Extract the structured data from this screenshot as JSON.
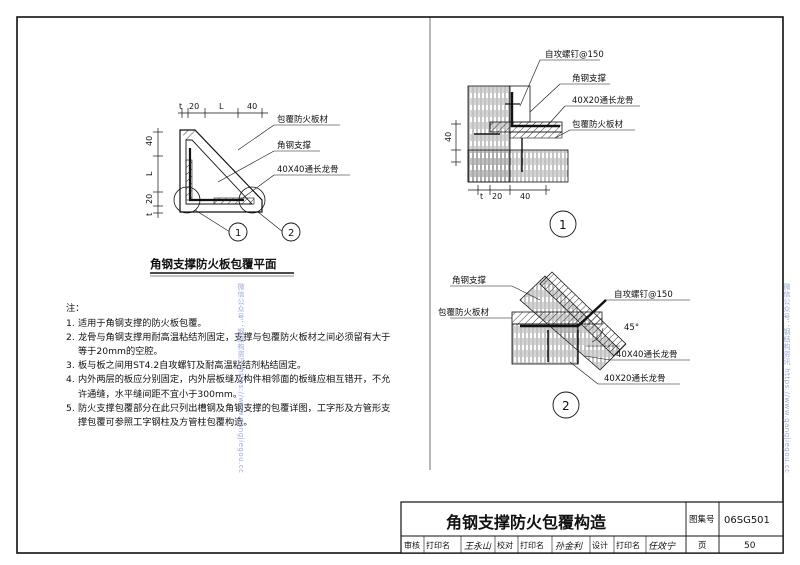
{
  "plan": {
    "dims": {
      "t": "t",
      "d20": "20",
      "L": "L",
      "d40": "40"
    },
    "side_dims": {
      "d40": "40",
      "L": "L",
      "t": "t",
      "d20": "20"
    },
    "labels": {
      "board": "包覆防火板材",
      "angle": "角钢支撑",
      "keel": "40X40通长龙骨"
    },
    "markers": [
      "1",
      "2"
    ],
    "title": "角钢支撑防火板包覆平面"
  },
  "detail1": {
    "labels": {
      "screw": "自攻螺钉@150",
      "angle": "角钢支撑",
      "keel": "40X20通长龙骨",
      "board": "包覆防火板材"
    },
    "dims": {
      "d40": "40",
      "t": "t",
      "d20": "20",
      "d40b": "40"
    },
    "marker": "1"
  },
  "detail2": {
    "labels": {
      "angle": "角钢支撑",
      "board": "包覆防火板材",
      "screw": "自攻螺钉@150",
      "angle45": "45°",
      "keel40": "40X40通长龙骨",
      "keel20": "40X20通长龙骨"
    },
    "marker": "2"
  },
  "notes": {
    "title": "注：",
    "items": [
      {
        "num": "1.",
        "text": "适用于角钢支撑的防火板包覆。"
      },
      {
        "num": "2.",
        "text": "龙骨与角钢支撑用耐高温粘结剂固定，支撑与包覆防火板材之间必须留有大于等于20mm的空腔。"
      },
      {
        "num": "3.",
        "text": "板与板之间用ST4.2自攻螺钉及耐高温粘结剂粘结固定。"
      },
      {
        "num": "4.",
        "text": "内外两层的板应分别固定，内外层板缝及构件相邻面的板缝应相互错开，不允许通缝，水平缝间距不宜小于300mm。"
      },
      {
        "num": "5.",
        "text": "防火支撑包覆部分在此只列出槽钢及角钢支撑的包覆详图，工字形及方管形支撑包覆可参照工字钢柱及方管柱包覆构造。"
      }
    ]
  },
  "titleblock": {
    "title": "角钢支撑防火包覆构造",
    "atlas_label": "图集号",
    "atlas_no": "06SG501",
    "review": "审核",
    "review_name": "王永山",
    "check": "校对",
    "check_name": "孙金利",
    "design": "设计",
    "design_name": "任效宁",
    "print": "打印名",
    "page_label": "页",
    "page_no": "50"
  },
  "watermark": {
    "left": "微信公众号：钢结构资讯 https://www.gangjiegou.cc",
    "right": "微信公众号：钢结构资讯 https://www.gangjiegou.cc"
  }
}
